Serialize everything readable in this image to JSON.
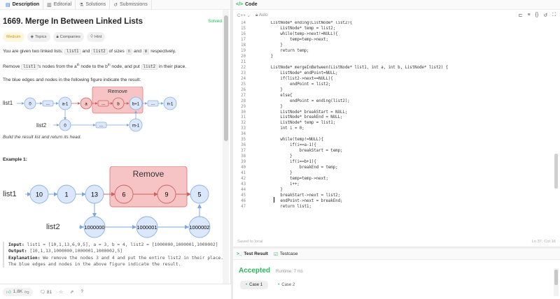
{
  "left_tabs": {
    "description": "Description",
    "editorial": "Editorial",
    "solutions": "Solutions",
    "submissions": "Submissions"
  },
  "problem": {
    "title": "1669. Merge In Between Linked Lists",
    "status": "Solved",
    "difficulty": "Medium",
    "topics": "Topics",
    "companies": "Companies",
    "hint": "Hint",
    "p1_a": "You are given two linked lists: ",
    "p1_list1": "list1",
    "p1_b": " and ",
    "p1_list2": "list2",
    "p1_c": " of sizes ",
    "p1_n": "n",
    "p1_d": " and ",
    "p1_m": "m",
    "p1_e": " respectively.",
    "p2_a": "Remove ",
    "p2_list1": "list1",
    "p2_b": "'s nodes from the a",
    "p2_sup1": "th",
    "p2_c": " node to the b",
    "p2_sup2": "th",
    "p2_d": " node, and put ",
    "p2_list2": "list2",
    "p2_e": " in their place.",
    "p3": "The blue edges and nodes in the following figure indicate the result:",
    "caption": "Build the result list and return its head.",
    "example_title": "Example 1:",
    "ex_input_label": "Input:",
    "ex_input": " list1 = [10,1,13,6,9,5], a = 3, b = 4, list2 = [1000000,1000001,1000002]",
    "ex_output_label": "Output:",
    "ex_output": " [10,1,13,1000000,1000001,1000002,5]",
    "ex_expl_label": "Explanation:",
    "ex_expl": " We remove the nodes 3 and 4 and put the entire list2 in their place. The blue edges and nodes in the above figure indicate the result."
  },
  "fig1": {
    "remove": "Remove",
    "list1": "list1",
    "list2": "list2",
    "n0": "0",
    "dots": "...",
    "na1": "a-1",
    "na": "a",
    "nb": "b",
    "nb1": "b+1",
    "nn1": "n-1",
    "m0": "0",
    "nm1": "m-1"
  },
  "fig2": {
    "remove": "Remove",
    "list1": "list1",
    "list2": "list2",
    "v10": "10",
    "v1": "1",
    "v13": "13",
    "v6": "6",
    "v9": "9",
    "v5": "5",
    "w0": "1000000",
    "w1": "1000001",
    "w2": "1000002"
  },
  "bottom": {
    "likes": "1.8K",
    "comments": "81"
  },
  "code_panel": {
    "title": "Code",
    "language": "C++",
    "mode": "Auto",
    "status_left": "Saved to local",
    "status_right": "Ln 37, Col 16",
    "lines": [
      {
        "n": "14",
        "t": "    ListNode* ending(ListNode* list2){"
      },
      {
        "n": "15",
        "t": "        ListNode* temp = list2;"
      },
      {
        "n": "16",
        "t": "        while(temp->next!=NULL){"
      },
      {
        "n": "17",
        "t": "            temp=temp->next;"
      },
      {
        "n": "18",
        "t": "        }"
      },
      {
        "n": "19",
        "t": "        return temp;"
      },
      {
        "n": "20",
        "t": "    }"
      },
      {
        "n": "21",
        "t": ""
      },
      {
        "n": "22",
        "t": "    ListNode* mergeInBetween(ListNode* list1, int a, int b, ListNode* list2) {"
      },
      {
        "n": "23",
        "t": "        ListNode* endPoint=NULL;"
      },
      {
        "n": "24",
        "t": "        if(list2->next==NULL){"
      },
      {
        "n": "25",
        "t": "            endPoint = list2;"
      },
      {
        "n": "26",
        "t": "        }"
      },
      {
        "n": "27",
        "t": "        else{"
      },
      {
        "n": "28",
        "t": "            endPoint = ending(list2);"
      },
      {
        "n": "29",
        "t": "        }"
      },
      {
        "n": "30",
        "t": "        ListNode* breakStart = NULL;"
      },
      {
        "n": "31",
        "t": "        ListNode* breakEnd = NULL;"
      },
      {
        "n": "32",
        "t": "        ListNode* temp = list1;"
      },
      {
        "n": "33",
        "t": "        int i = 0;"
      },
      {
        "n": "34",
        "t": ""
      },
      {
        "n": "35",
        "t": "        while(temp!=NULL){"
      },
      {
        "n": "36",
        "t": "            if(i==a-1){"
      },
      {
        "n": "37",
        "t": "                breakStart = temp;"
      },
      {
        "n": "38",
        "t": "            }"
      },
      {
        "n": "39",
        "t": "            if(i==b+1){"
      },
      {
        "n": "40",
        "t": "                breakEnd = temp;"
      },
      {
        "n": "41",
        "t": "            }"
      },
      {
        "n": "42",
        "t": "            temp=temp->next;"
      },
      {
        "n": "43",
        "t": "            i++;"
      },
      {
        "n": "44",
        "t": "        }"
      },
      {
        "n": "45",
        "t": "        breakStart->next = list2;"
      },
      {
        "n": "46",
        "t": "        endPoint->next = breakEnd;"
      },
      {
        "n": "47",
        "t": "        return list1;"
      }
    ]
  },
  "result_panel": {
    "tab_result": "Test Result",
    "tab_testcase": "Testcase",
    "accepted": "Accepted",
    "runtime": "Runtime: 7 ms",
    "case1": "Case 1",
    "case2": "Case 2"
  },
  "colors": {
    "accent_green": "#2db55d",
    "node_fill": "#dbe8fb",
    "node_stroke": "#8ab0e4",
    "remove_fill": "#f6c4c4",
    "remove_stroke": "#e07b7b"
  }
}
